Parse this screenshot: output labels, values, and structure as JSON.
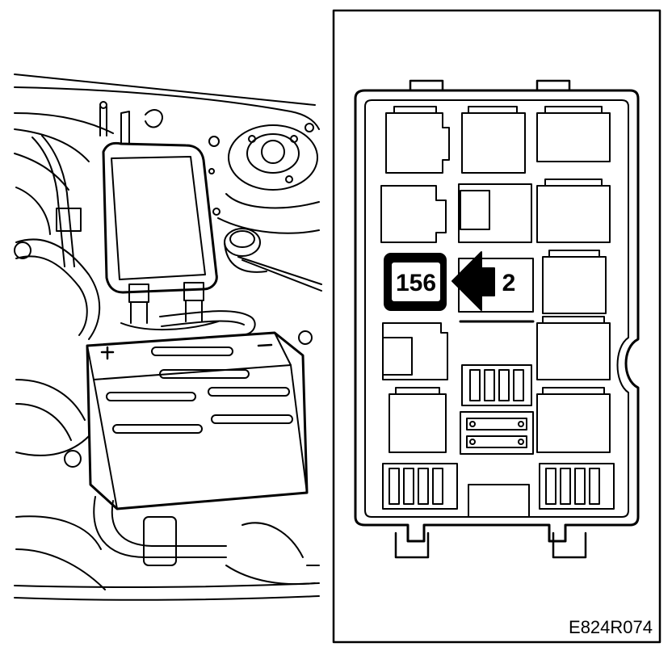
{
  "figure": {
    "relay_number": "156",
    "position_number": "2",
    "image_code": "E824R074"
  },
  "colors": {
    "ink": "#000000",
    "paper": "#ffffff"
  }
}
